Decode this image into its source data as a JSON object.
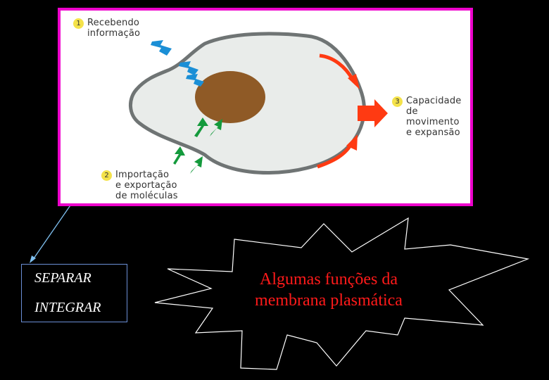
{
  "figure": {
    "label_1": {
      "number": "1",
      "lines": [
        "Recebendo",
        "informação"
      ]
    },
    "label_2": {
      "number": "2",
      "lines": [
        "Importação",
        "e exportação",
        "de moléculas"
      ]
    },
    "label_3": {
      "number": "3",
      "lines": [
        "Capacidade",
        "de movimento",
        "e expansão"
      ]
    }
  },
  "keywords": [
    "SEPARAR",
    "INTEGRAR"
  ],
  "title": {
    "lines": [
      "Algumas funções da",
      "membrana plasmática"
    ]
  },
  "colors": {
    "frame": "#ee00cc",
    "membrane": "#6f7474",
    "cytoplasm": "#e9ecea",
    "nucleus": "#8f5a26",
    "signal_arrows": "#1b8fd6",
    "transport_arrows": "#149a3c",
    "movement_arrows": "#ff3a12",
    "pointer": "#7fc0f0",
    "title": "#ff1a1a"
  }
}
